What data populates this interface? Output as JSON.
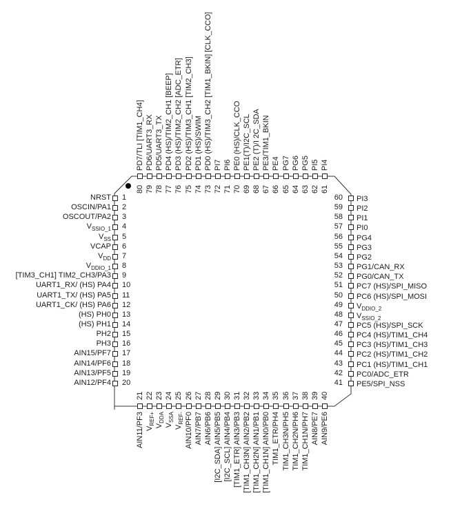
{
  "diagram": {
    "pin1_marker": "filled-dot",
    "pins": {
      "left": [
        {
          "n": "1",
          "name": "NRST"
        },
        {
          "n": "2",
          "name": "OSCIN/PA1"
        },
        {
          "n": "3",
          "name": "OSCOUT/PA2"
        },
        {
          "n": "4",
          "name": "V",
          "sub": "SSIO_1"
        },
        {
          "n": "5",
          "name": "V",
          "sub": "SS"
        },
        {
          "n": "6",
          "name": "VCAP"
        },
        {
          "n": "7",
          "name": "V",
          "sub": "DD"
        },
        {
          "n": "8",
          "name": "V",
          "sub": "DDIO_1"
        },
        {
          "n": "9",
          "name": "[TIM3_CH1] TIM2_CH3/PA3"
        },
        {
          "n": "10",
          "name": "UART1_RX/ (HS) PA4"
        },
        {
          "n": "11",
          "name": "UART1_TX/ (HS) PA5"
        },
        {
          "n": "12",
          "name": "UART1_CK/ (HS) PA6"
        },
        {
          "n": "13",
          "name": "(HS) PH0"
        },
        {
          "n": "14",
          "name": "(HS) PH1"
        },
        {
          "n": "15",
          "name": "PH2"
        },
        {
          "n": "16",
          "name": "PH3"
        },
        {
          "n": "17",
          "name": "AIN15/PF7"
        },
        {
          "n": "18",
          "name": "AIN14/PF6"
        },
        {
          "n": "19",
          "name": "AIN13/PF5"
        },
        {
          "n": "20",
          "name": "AIN12/PF4"
        }
      ],
      "bottom": [
        {
          "n": "21",
          "name": "AIN11/PF3"
        },
        {
          "n": "22",
          "name": "V",
          "sub": "REF+"
        },
        {
          "n": "23",
          "name": "V",
          "sub": "DDA"
        },
        {
          "n": "24",
          "name": "V",
          "sub": "SSA"
        },
        {
          "n": "25",
          "name": "V",
          "sub": "REF-"
        },
        {
          "n": "26",
          "name": "AIN10/PF0"
        },
        {
          "n": "27",
          "name": "AIN7/PB7"
        },
        {
          "n": "28",
          "name": "AIN6/PB6"
        },
        {
          "n": "29",
          "name": "[I2C_SDA] AIN5/PB5"
        },
        {
          "n": "30",
          "name": "[I2C_SCL] AIN4/PB4"
        },
        {
          "n": "31",
          "name": "[TIM1_ETR] AIN3/PB3"
        },
        {
          "n": "32",
          "name": "[TIM1_CH3N] AIN2/PB2"
        },
        {
          "n": "33",
          "name": "[TIM1_CH2N] AIN1/PB1"
        },
        {
          "n": "34",
          "name": "[TIM1_CH1N] AIN0/PB0"
        },
        {
          "n": "35",
          "name": "TIM1_ETR/PH4"
        },
        {
          "n": "36",
          "name": "TIM1_CH3N/PH5"
        },
        {
          "n": "37",
          "name": "TIM1_CH2N/PH6"
        },
        {
          "n": "38",
          "name": "TIM1_CH1N/PH7"
        },
        {
          "n": "39",
          "name": "AIN8/PE7"
        },
        {
          "n": "40",
          "name": "AIN9/PE6"
        }
      ],
      "right": [
        {
          "n": "60",
          "name": "PI3"
        },
        {
          "n": "59",
          "name": "PI2"
        },
        {
          "n": "58",
          "name": "PI1"
        },
        {
          "n": "57",
          "name": "PI0"
        },
        {
          "n": "56",
          "name": "PG4"
        },
        {
          "n": "55",
          "name": "PG3"
        },
        {
          "n": "54",
          "name": "PG2"
        },
        {
          "n": "53",
          "name": "PG1/CAN_RX"
        },
        {
          "n": "52",
          "name": "PG0/CAN_TX"
        },
        {
          "n": "51",
          "name": "PC7 (HS)/SPI_MISO"
        },
        {
          "n": "50",
          "name": "PC6 (HS)/SPI_MOSI"
        },
        {
          "n": "49",
          "name": "V",
          "sub": "DDIO_2"
        },
        {
          "n": "48",
          "name": "V",
          "sub": "SSIO_2"
        },
        {
          "n": "47",
          "name": "PC5 (HS)/SPI_SCK"
        },
        {
          "n": "46",
          "name": "PC4 (HS)/TIM1_CH4"
        },
        {
          "n": "45",
          "name": "PC3 (HS)/TIM1_CH3"
        },
        {
          "n": "44",
          "name": "PC2 (HS)/TIM1_CH2"
        },
        {
          "n": "43",
          "name": "PC1 (HS)/TIM1_CH1"
        },
        {
          "n": "42",
          "name": "PC0/ADC_ETR"
        },
        {
          "n": "41",
          "name": "PE5/SPI_NSS"
        }
      ],
      "top": [
        {
          "n": "80",
          "name": "PD7/TLI [TIM1_CH4]"
        },
        {
          "n": "79",
          "name": "PD6/UART3_RX"
        },
        {
          "n": "78",
          "name": "PD5/UART3_TX"
        },
        {
          "n": "77",
          "name": "PD4 (HS)/TIM2_CH1 [BEEP]"
        },
        {
          "n": "76",
          "name": "PD3 (HS)/TIM2_CH2 [ADC_ETR]"
        },
        {
          "n": "75",
          "name": "PD2 (HS)/TIM3_CH1 [TIM2_CH3]"
        },
        {
          "n": "74",
          "name": "PD1 (HS)/SWIM"
        },
        {
          "n": "73",
          "name": "PD0 (HS)/TIM3_CH2 [TIM1_BKIN] [CLK_CCO]"
        },
        {
          "n": "72",
          "name": "PI7"
        },
        {
          "n": "71",
          "name": "PI6"
        },
        {
          "n": "70",
          "name": "PE0 (HS)/CLK_CCO"
        },
        {
          "n": "69",
          "name": "PE1(T)/I2C_SCL"
        },
        {
          "n": "68",
          "name": "PE2 (T)/I 2C_SDA"
        },
        {
          "n": "67",
          "name": "PE3/TIM1_BKIN"
        },
        {
          "n": "66",
          "name": "PE4"
        },
        {
          "n": "65",
          "name": "PG7"
        },
        {
          "n": "64",
          "name": "PG6"
        },
        {
          "n": "63",
          "name": "PG5"
        },
        {
          "n": "62",
          "name": "PI5"
        },
        {
          "n": "61",
          "name": "PI4"
        }
      ]
    }
  }
}
